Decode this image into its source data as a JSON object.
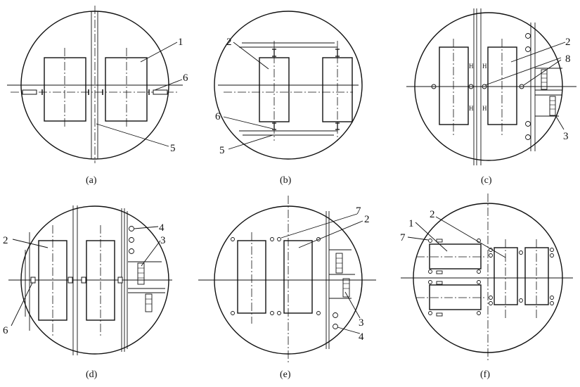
{
  "figure": {
    "panels": [
      {
        "caption": "(a)",
        "callouts": [
          "1",
          "6",
          "5"
        ]
      },
      {
        "caption": "(b)",
        "callouts": [
          "2",
          "6",
          "5"
        ]
      },
      {
        "caption": "(c)",
        "callouts": [
          "2",
          "8",
          "3"
        ]
      },
      {
        "caption": "(d)",
        "callouts": [
          "2",
          "4",
          "3",
          "6"
        ]
      },
      {
        "caption": "(e)",
        "callouts": [
          "7",
          "2",
          "3",
          "4"
        ]
      },
      {
        "caption": "(f)",
        "callouts": [
          "2",
          "1",
          "7"
        ]
      }
    ]
  }
}
